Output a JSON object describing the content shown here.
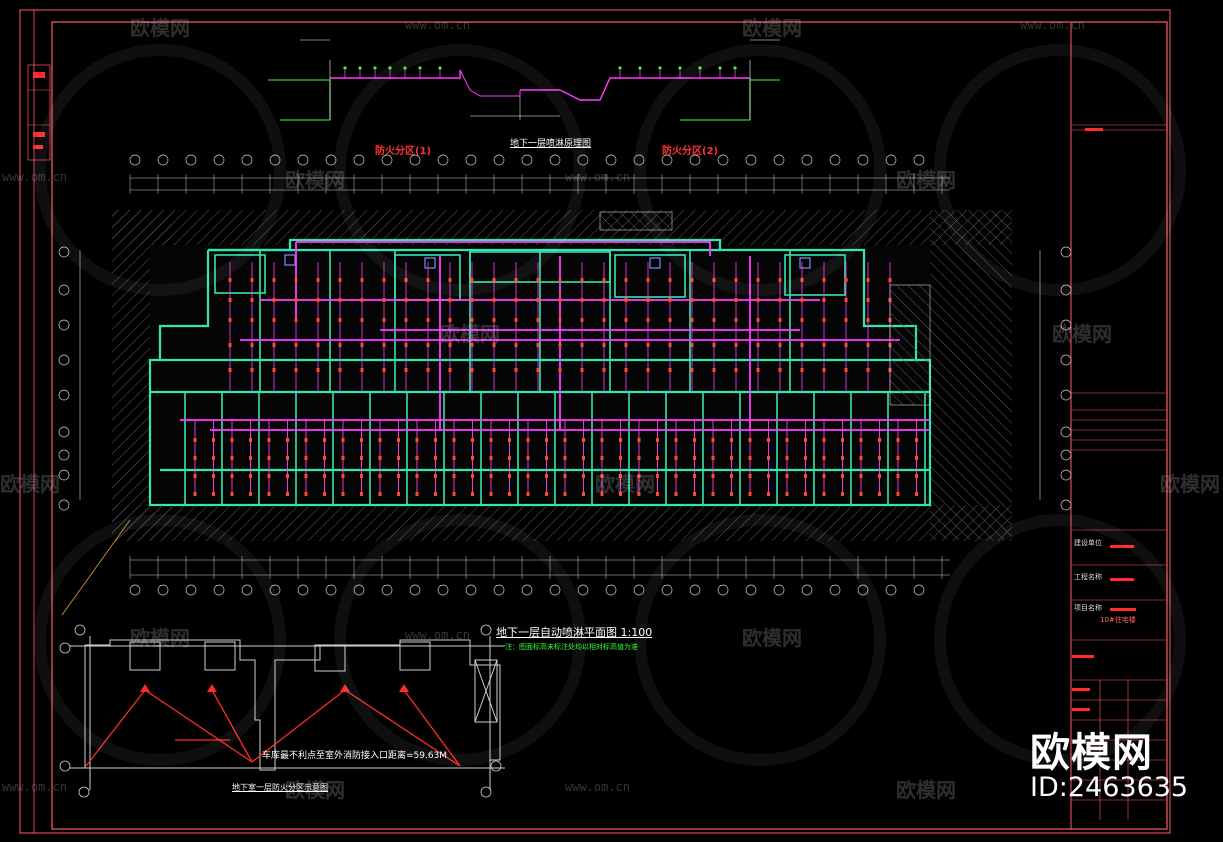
{
  "watermark": {
    "brand": "欧模网",
    "url": "www.om.cn"
  },
  "top_diagram": {
    "title": "地下一层喷淋原理图",
    "zone1_label": "防火分区(1)",
    "zone2_label": "防火分区(2)"
  },
  "plan": {
    "title": "地下一层自动喷淋平面图 1:100",
    "note": "注：图面标高未标注处均以相对标高值为准"
  },
  "partition_diagram": {
    "title": "地下室一层防火分区示意图",
    "distance_note": "车库最不利点至室外消防接入口距离=59.63M"
  },
  "title_block": {
    "labels": [
      "建设单位",
      "工程名称",
      "项目名称"
    ],
    "project_name": "10#住宅楼"
  },
  "brand_stamp": {
    "name": "欧模网",
    "id": "ID:2463635"
  },
  "colors": {
    "background": "#000000",
    "frame": "#ff5a6a",
    "walls": "#33e6b0",
    "pipes": "#ff3cff",
    "dimension": "#cfcfcf",
    "hatch": "#6a6a6a",
    "sprinkler": "#ff4a2a"
  }
}
